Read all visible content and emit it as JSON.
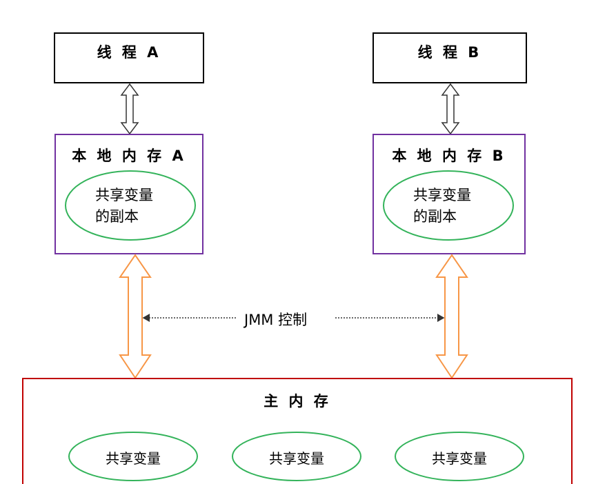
{
  "thread_a": {
    "title": "线 程 A"
  },
  "thread_b": {
    "title": "线 程 B"
  },
  "local_memory_a": {
    "title": "本 地 内 存 A",
    "copy_line1": "共享变量",
    "copy_line2": "的副本"
  },
  "local_memory_b": {
    "title": "本 地 内 存 B",
    "copy_line1": "共享变量",
    "copy_line2": "的副本"
  },
  "jmm_label": "JMM 控制",
  "main_memory": {
    "title": "主 内 存",
    "shared_vars": [
      "共享变量",
      "共享变量",
      "共享变量"
    ]
  },
  "colors": {
    "thread_border": "#000000",
    "local_memory_border": "#7030a0",
    "main_memory_border": "#c00000",
    "ellipse_border": "#33b35a",
    "orange_arrow": "#f79646"
  }
}
